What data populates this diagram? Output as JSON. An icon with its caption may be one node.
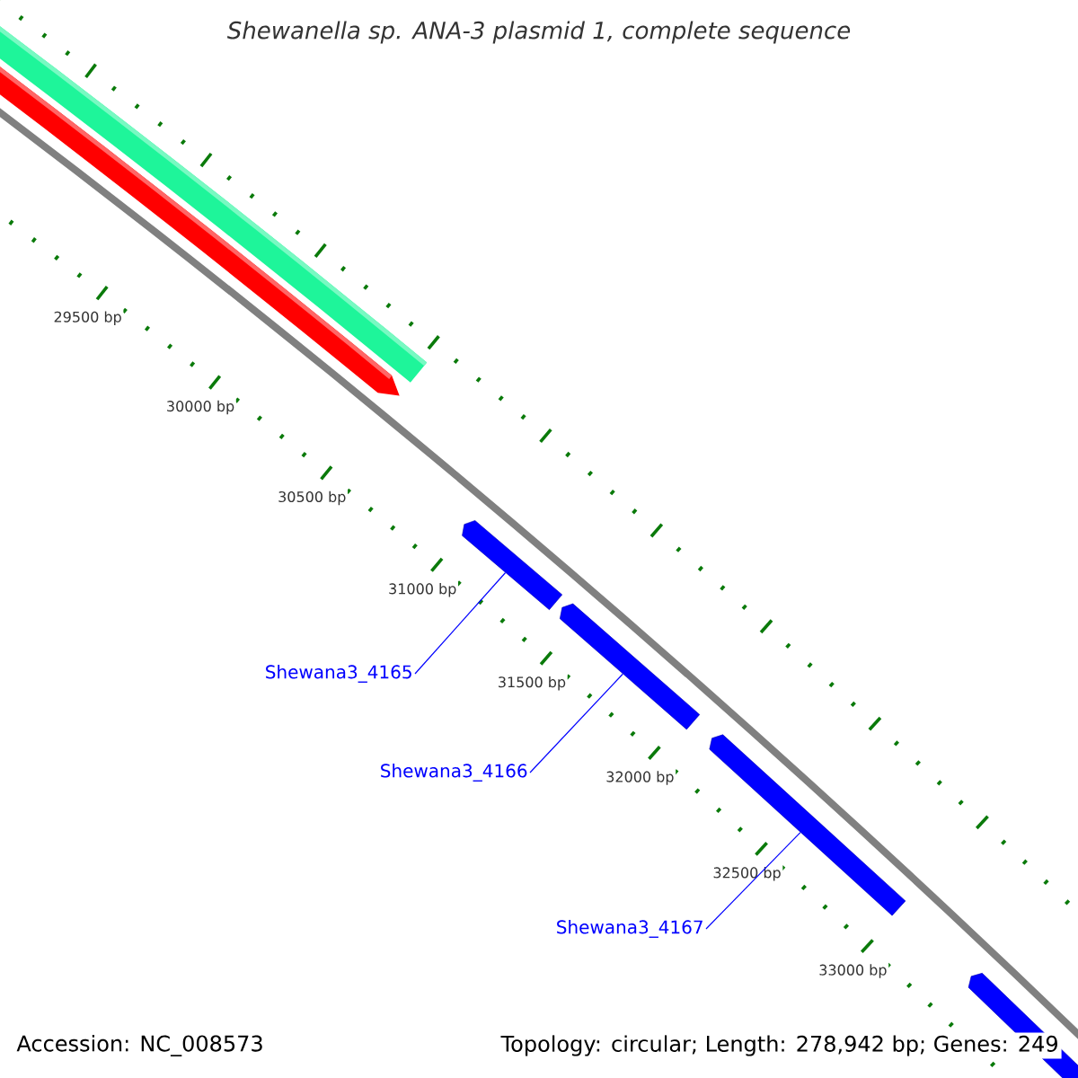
{
  "diagram": {
    "title": "*Shewanella* sp. ANA-3 plasmid 1, complete sequence",
    "nodes": [
      {
        "text": [
          "Shewana3_4165"
        ]
      },
      {
        "text": [
          "Shewana3_4166"
        ]
      },
      {
        "text": [
          "Shewana3_4167"
        ]
      },
      {
        "text": [],
        "shape": "arrow"
      },
      {
        "text": [],
        "shape": "arrow"
      },
      {
        "text": [],
        "shape": "arrow"
      },
      {
        "text": [],
        "shape": "arrow"
      }
    ],
    "edges": [
      {
        "from": 0,
        "to": 3,
        "arrow": "none"
      },
      {
        "from": 1,
        "to": 4,
        "arrow": "none"
      },
      {
        "from": 2,
        "to": 5,
        "arrow": "none"
      }
    ],
    "labels": [
      "29500 bp",
      "30000 bp",
      "30500 bp",
      "31000 bp",
      "31500 bp",
      "32000 bp",
      "32500 bp",
      "33000 bp",
      "Accession: NC_008573",
      "Topology: circular; Length: 278,942 bp; Genes: 249"
    ]
  }
}
